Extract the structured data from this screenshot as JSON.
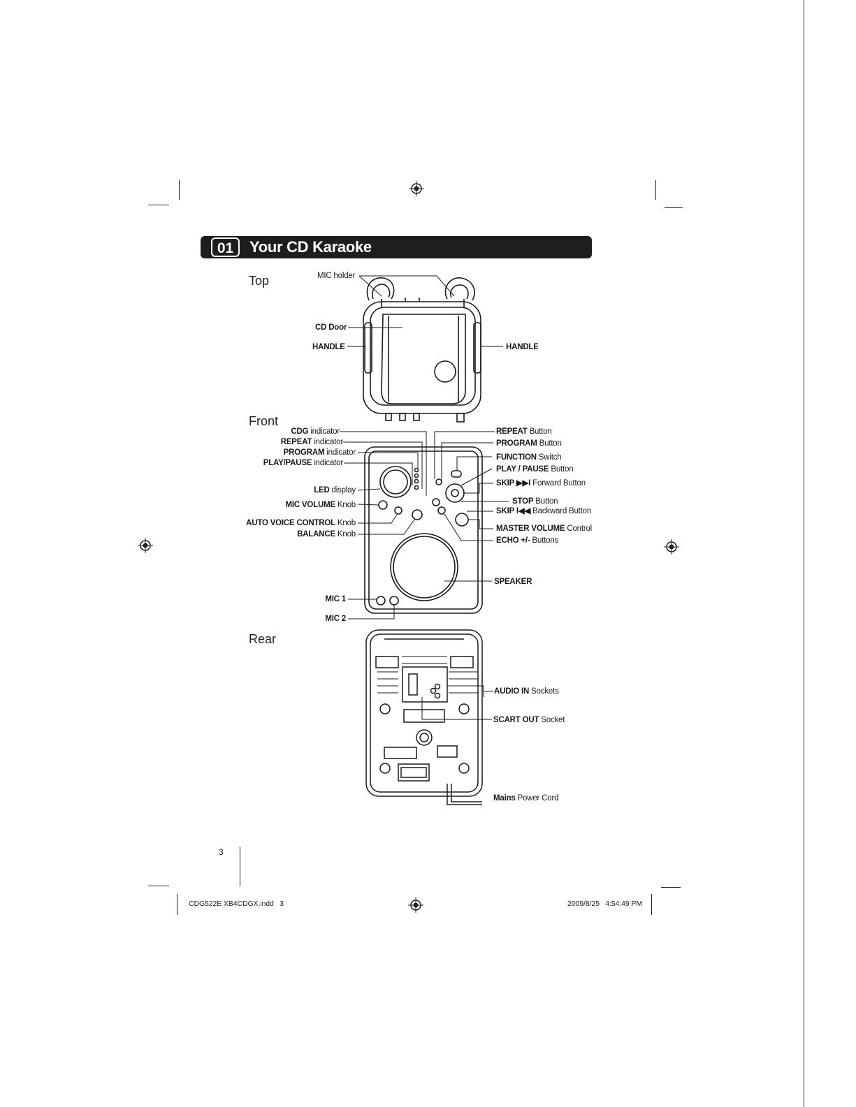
{
  "section": {
    "number": "01",
    "title": "Your CD Karaoke"
  },
  "views": {
    "top": {
      "heading": "Top",
      "labels": {
        "mic_holder": "MIC holder",
        "cd_door": "CD Door",
        "handle_left": "HANDLE",
        "handle_right": "HANDLE"
      }
    },
    "front": {
      "heading": "Front",
      "left_labels": [
        {
          "bold": "CDG",
          "rest": " indicator"
        },
        {
          "bold": "REPEAT",
          "rest": " indicator"
        },
        {
          "bold": "PROGRAM",
          "rest": " indicator"
        },
        {
          "bold": "PLAY/PAUSE",
          "rest": " indicator"
        },
        {
          "bold": "LED",
          "rest": " display"
        },
        {
          "bold": "MIC VOLUME",
          "rest": " Knob"
        },
        {
          "bold": "AUTO VOICE CONTROL",
          "rest": " Knob"
        },
        {
          "bold": "BALANCE",
          "rest": " Knob"
        },
        {
          "bold": "MIC 1",
          "rest": ""
        },
        {
          "bold": "MIC 2",
          "rest": ""
        }
      ],
      "right_labels": [
        {
          "bold": "REPEAT",
          "rest": " Button"
        },
        {
          "bold": "PROGRAM",
          "rest": " Button"
        },
        {
          "bold": "FUNCTION",
          "rest": " Switch"
        },
        {
          "bold": "PLAY / PAUSE",
          "rest": " Button"
        },
        {
          "bold": "SKIP ▶▶I",
          "rest": " Forward Button"
        },
        {
          "bold": "STOP",
          "rest": " Button"
        },
        {
          "bold": "SKIP I◀◀",
          "rest": " Backward Button"
        },
        {
          "bold": "MASTER VOLUME",
          "rest": " Control"
        },
        {
          "bold": "ECHO +/-",
          "rest": " Buttons"
        },
        {
          "bold": "SPEAKER",
          "rest": ""
        }
      ]
    },
    "rear": {
      "heading": "Rear",
      "labels": [
        {
          "bold": "AUDIO IN",
          "rest": " Sockets"
        },
        {
          "bold": "SCART OUT",
          "rest": " Socket"
        },
        {
          "bold": "Mains",
          "rest": " Power Cord"
        }
      ]
    }
  },
  "page_number": "3",
  "footer": {
    "file": "CDG522E XB4CDGX.indd   3",
    "timestamp": "2009/8/25   4:54:49 PM"
  },
  "icons": {
    "registration": "registration-mark-icon"
  }
}
